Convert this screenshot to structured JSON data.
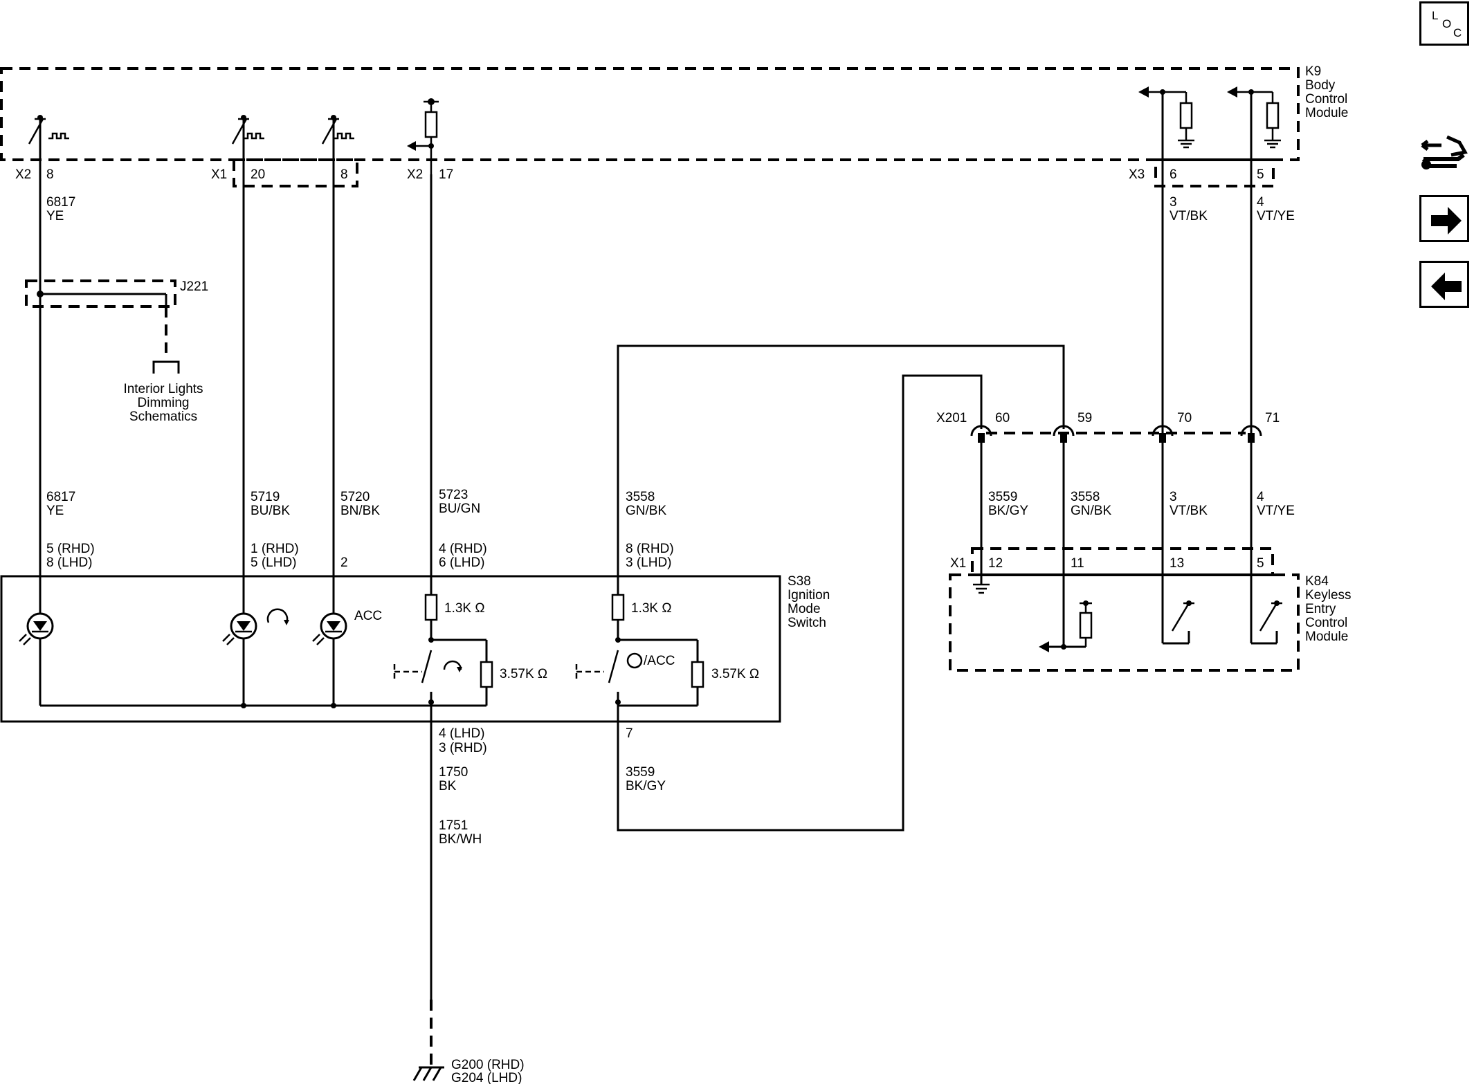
{
  "nav": {
    "loc_l": "L",
    "loc_o": "O",
    "loc_c": "C"
  },
  "k9": {
    "label": [
      "K9",
      "Body",
      "Control",
      "Module"
    ],
    "x2a": "X2",
    "x2a_pin": "8",
    "x1": "X1",
    "x1_pin20": "20",
    "x1_pin8": "8",
    "x2b": "X2",
    "x2b_pin": "17",
    "x3": "X3",
    "x3_pin6": "6",
    "x3_pin5": "5"
  },
  "j221": {
    "label": "J221",
    "dest": [
      "Interior Lights",
      "Dimming",
      "Schematics"
    ]
  },
  "wires": {
    "w6817_top": [
      "6817",
      "YE"
    ],
    "w6817": [
      "6817",
      "YE"
    ],
    "w5719": [
      "5719",
      "BU/BK"
    ],
    "w5720": [
      "5720",
      "BN/BK"
    ],
    "w5723": [
      "5723",
      "BU/GN"
    ],
    "w3558_left": [
      "3558",
      "GN/BK"
    ],
    "w3_top": [
      "3",
      "VT/BK"
    ],
    "w4_top": [
      "4",
      "VT/YE"
    ],
    "w3559_right": [
      "3559",
      "BK/GY"
    ],
    "w3558_right": [
      "3558",
      "GN/BK"
    ],
    "w3_bottom": [
      "3",
      "VT/BK"
    ],
    "w4_bottom": [
      "4",
      "VT/YE"
    ],
    "w1750": [
      "1750",
      "BK"
    ],
    "w1751": [
      "1751",
      "BK/WH"
    ],
    "w3559_left": [
      "3559",
      "BK/GY"
    ]
  },
  "x201": {
    "label": "X201",
    "p60": "60",
    "p59": "59",
    "p70": "70",
    "p71": "71"
  },
  "s38": {
    "label": [
      "S38",
      "Ignition",
      "Mode",
      "Switch"
    ],
    "pins_a": [
      "5 (RHD)",
      "8 (LHD)"
    ],
    "pins_b": [
      "1 (RHD)",
      "5 (LHD)"
    ],
    "pins_c": "2",
    "pins_d": [
      "4 (RHD)",
      "6 (LHD)"
    ],
    "pins_e": [
      "8 (RHD)",
      "3 (LHD)"
    ],
    "acc": "ACC",
    "r1": "1.3K Ω",
    "r2": "1.3K Ω",
    "r3": "3.57K Ω",
    "r4": "3.57K Ω",
    "acc2": "/ACC",
    "out_left": [
      "4 (LHD)",
      "3 (RHD)"
    ],
    "out_right": "7"
  },
  "k84": {
    "label": [
      "K84",
      "Keyless",
      "Entry",
      "Control",
      "Module"
    ],
    "x1": "X1",
    "p12": "12",
    "p11": "11",
    "p13": "13",
    "p5": "5"
  },
  "ground": [
    "G200 (RHD)",
    "G204 (LHD)"
  ]
}
